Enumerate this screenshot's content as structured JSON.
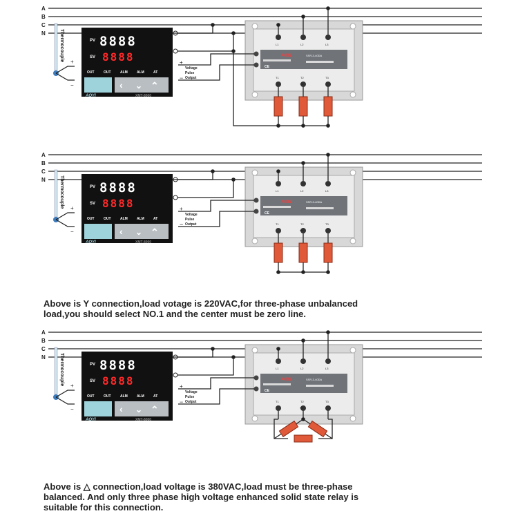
{
  "phase_labels": [
    "A",
    "B",
    "C",
    "N"
  ],
  "sections": [
    {
      "id": "y1",
      "controller": {
        "pv_label": "PV",
        "sv_label": "SV",
        "pv_digits": "8888",
        "sv_digits": "8888",
        "brand": "AOYI",
        "model": "XMT-8000",
        "indicators": [
          "OUT",
          "OUT",
          "ALM",
          "ALM",
          "AT"
        ]
      },
      "sensor_label": "Thermocouple",
      "output_label": "Voltage\nPulse\nOutput",
      "load": "Y"
    },
    {
      "id": "y2",
      "controller": {
        "pv_label": "PV",
        "sv_label": "SV",
        "pv_digits": "8888",
        "sv_digits": "8888",
        "brand": "AOYI",
        "model": "XMT-8000",
        "indicators": [
          "OUT",
          "OUT",
          "ALM",
          "ALM",
          "AT"
        ]
      },
      "sensor_label": "Thermocouple",
      "output_label": "Voltage\nPulse\nOutput",
      "load": "Y"
    },
    {
      "id": "delta",
      "controller": {
        "pv_label": "PV",
        "sv_label": "SV",
        "pv_digits": "8888",
        "sv_digits": "8888",
        "brand": "AOYI",
        "model": "XMT-8000",
        "indicators": [
          "OUT",
          "OUT",
          "ALM",
          "ALM",
          "AT"
        ]
      },
      "sensor_label": "Thermocouple",
      "output_label": "Voltage\nPulse\nOutput",
      "load": "Delta"
    }
  ],
  "relay": {
    "brand": "AOYI",
    "model": "SSR-3-40DA",
    "terminals_top": [
      "L1",
      "L2",
      "L3"
    ],
    "terminals_bottom": [
      "T1",
      "T2",
      "T3"
    ]
  },
  "captions": {
    "y_connection": "Above is Y connection,load votage is 220VAC,for three-phase unbalanced\nload,you should select NO.1 and the center must be zero line.",
    "delta_connection": "Above is △  connection,load voltage is 380VAC,load must be three-phase\nbalanced. And only three phase high voltage enhanced solid state relay is\nsuitable for this connection."
  },
  "colors": {
    "line": "#222222",
    "resistor": "#e05a3a",
    "controller_body": "#111111",
    "digit_red": "#ff2a2a",
    "keypad": "#9fd3dc",
    "relay_plate": "#d8d8d8"
  }
}
